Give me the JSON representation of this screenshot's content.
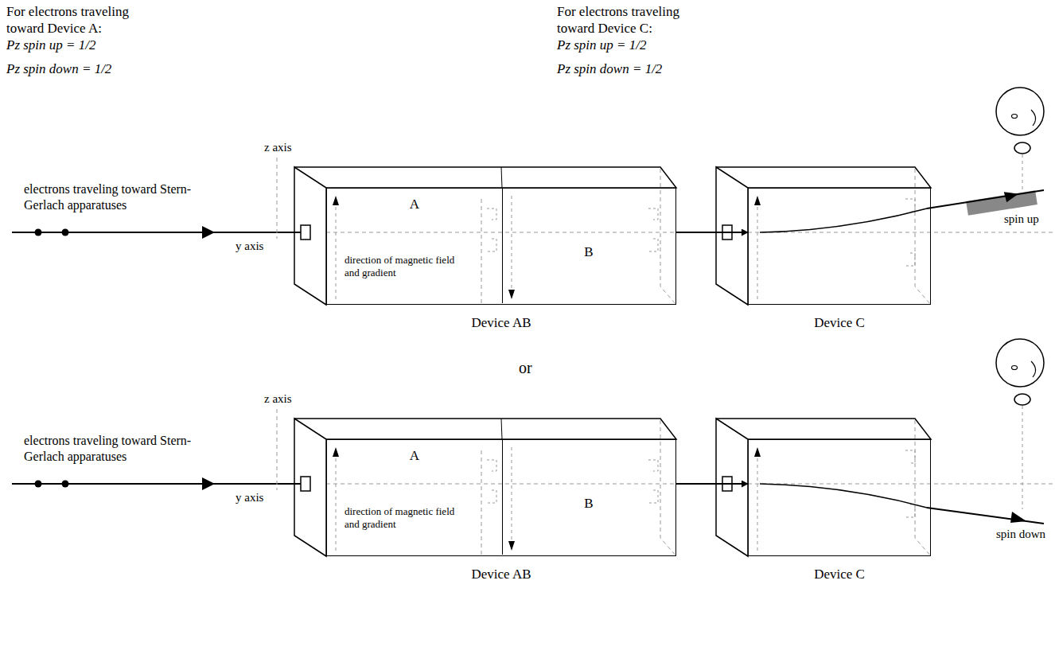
{
  "diagram": {
    "nodes": [
      {
        "text": [
          "Device AB"
        ]
      },
      {
        "text": [
          "A",
          "direction of magnetic field and gradient"
        ],
        "in": 0
      },
      {
        "text": [
          "B"
        ],
        "in": 0
      },
      {
        "text": [
          "Device C"
        ]
      },
      {
        "text": [
          "Device AB"
        ]
      },
      {
        "text": [
          "A",
          "direction of magnetic field and gradient"
        ],
        "in": 4
      },
      {
        "text": [
          "B"
        ],
        "in": 4
      },
      {
        "text": [
          "Device C"
        ]
      }
    ],
    "edges": [
      {
        "from": 0,
        "to": 3,
        "arrow": "to"
      },
      {
        "from": 4,
        "to": 7,
        "arrow": "to"
      }
    ],
    "labels": [
      "For electrons traveling toward Device A:",
      "Pz spin up = 1/2",
      "Pz spin down = 1/2",
      "For electrons traveling toward Device C:",
      "Pz spin up = 1/2",
      "Pz spin down = 1/2",
      "z axis",
      "electrons traveling toward Stern-Gerlach apparatuses",
      "y axis",
      "spin up",
      "or",
      "z axis",
      "electrons traveling toward Stern-Gerlach apparatuses",
      "y axis",
      "spin down"
    ]
  }
}
